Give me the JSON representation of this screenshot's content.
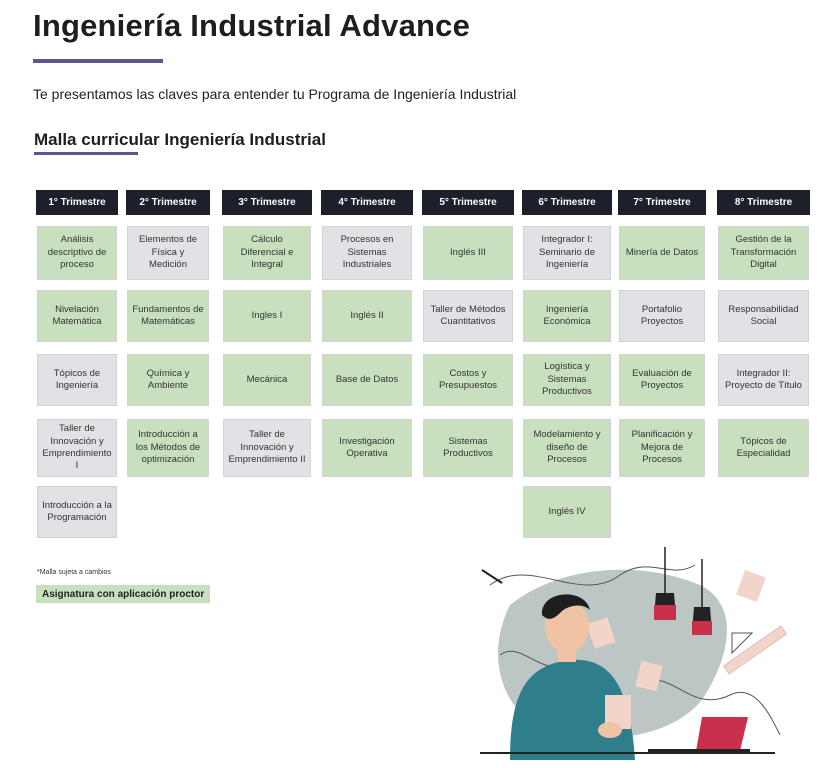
{
  "page": {
    "title": "Ingeniería Industrial Advance",
    "subtitle": "Te presentamos las claves para entender tu Programa de Ingeniería Industrial",
    "section_title": "Malla curricular Ingeniería Industrial",
    "footnote": "*Malla sujeta a cambios",
    "legend_label": "Asignatura con aplicación proctor"
  },
  "colors": {
    "accent_rule": "#5b5591",
    "header_bg": "#1d1f2b",
    "proctor_green": "#c8e0bd",
    "regular_gray": "#e1e2e6"
  },
  "curriculum": [
    {
      "term": "1° Trimestre",
      "courses": [
        {
          "name": "Análisis descriptivo de proceso",
          "proctor": true
        },
        {
          "name": "Nivelación Matemática",
          "proctor": true
        },
        {
          "name": "Tópicos de Ingeniería",
          "proctor": false
        },
        {
          "name": "Taller de Innovación y Emprendimiento I",
          "proctor": false
        },
        {
          "name": "Introducción a la Programación",
          "proctor": false
        }
      ]
    },
    {
      "term": "2° Trimestre",
      "courses": [
        {
          "name": "Elementos de Física y Medición",
          "proctor": false
        },
        {
          "name": "Fundamentos de Matemáticas",
          "proctor": true
        },
        {
          "name": "Química y Ambiente",
          "proctor": true
        },
        {
          "name": "Introducción a los Métodos de optimización",
          "proctor": true
        }
      ]
    },
    {
      "term": "3° Trimestre",
      "courses": [
        {
          "name": "Cálculo Diferencial e Integral",
          "proctor": true
        },
        {
          "name": "Ingles I",
          "proctor": true
        },
        {
          "name": "Mecánica",
          "proctor": true
        },
        {
          "name": "Taller de Innovación y Emprendimiento II",
          "proctor": false
        }
      ]
    },
    {
      "term": "4° Trimestre",
      "courses": [
        {
          "name": "Procesos en Sistemas Industriales",
          "proctor": false
        },
        {
          "name": "Inglés II",
          "proctor": true
        },
        {
          "name": "Base de Datos",
          "proctor": true
        },
        {
          "name": "Investigación Operativa",
          "proctor": true
        }
      ]
    },
    {
      "term": "5° Trimestre",
      "courses": [
        {
          "name": "Inglés III",
          "proctor": true
        },
        {
          "name": "Taller de Métodos Cuantitativos",
          "proctor": false
        },
        {
          "name": "Costos y Presupuestos",
          "proctor": true
        },
        {
          "name": "Sistemas Productivos",
          "proctor": true
        }
      ]
    },
    {
      "term": "6° Trimestre",
      "courses": [
        {
          "name": "Integrador I: Seminario de Ingeniería",
          "proctor": false
        },
        {
          "name": "Ingeniería Económica",
          "proctor": true
        },
        {
          "name": "Logística y Sistemas Productivos",
          "proctor": true
        },
        {
          "name": "Modelamiento y diseño de Procesos",
          "proctor": true
        },
        {
          "name": "Inglés IV",
          "proctor": true
        }
      ]
    },
    {
      "term": "7° Trimestre",
      "courses": [
        {
          "name": "Minería de Datos",
          "proctor": true
        },
        {
          "name": "Portafolio Proyectos",
          "proctor": false
        },
        {
          "name": "Evaluación de Proyectos",
          "proctor": true
        },
        {
          "name": "Planificación y Mejora de Procesos",
          "proctor": true
        }
      ]
    },
    {
      "term": "8° Trimestre",
      "courses": [
        {
          "name": "Gestión de la Transformación Digital",
          "proctor": true
        },
        {
          "name": "Responsabilidad Social",
          "proctor": false
        },
        {
          "name": "Integrador II: Proyecto de Título",
          "proctor": false
        },
        {
          "name": "Tópicos de Especialidad",
          "proctor": true
        }
      ]
    }
  ]
}
